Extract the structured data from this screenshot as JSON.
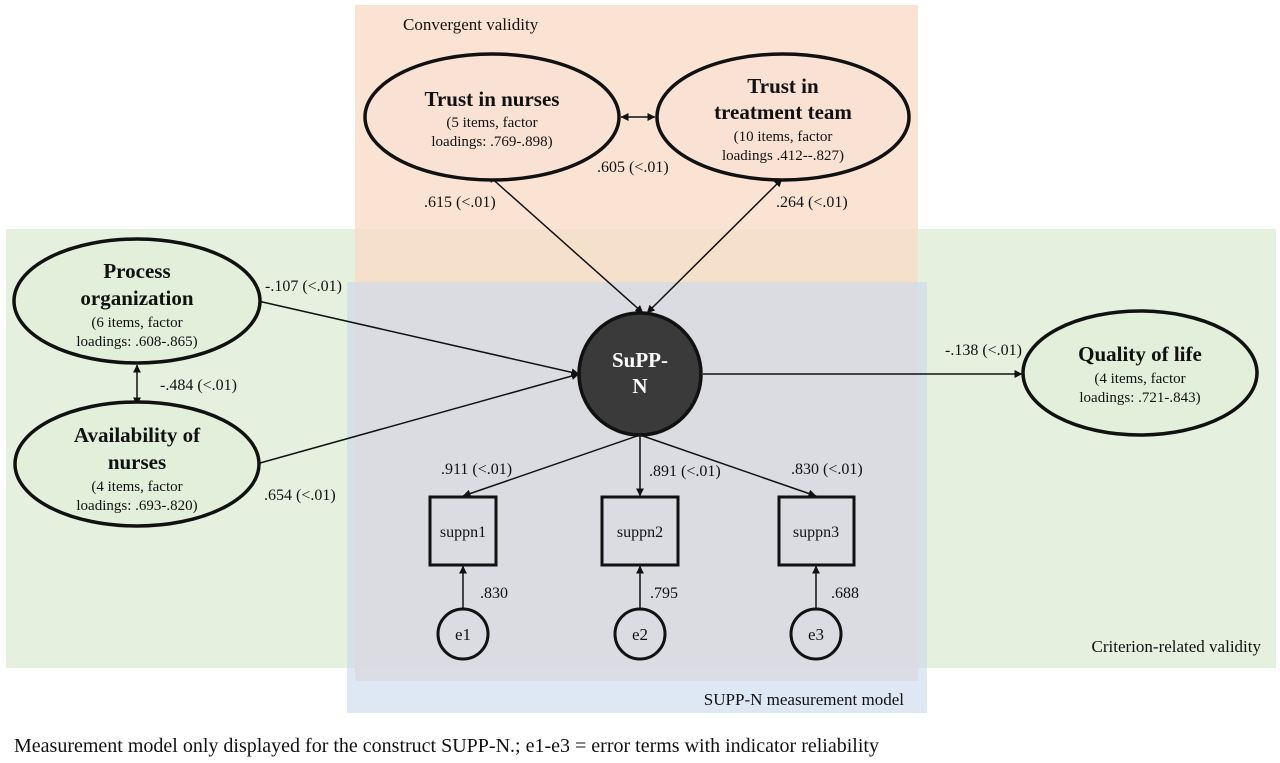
{
  "regions": {
    "convergent": "Convergent validity",
    "criterion": "Criterion-related validity",
    "measurement": "SUPP-N measurement model"
  },
  "nodes": {
    "trust_nurses": {
      "title": "Trust in nurses",
      "line1": "(5 items, factor",
      "line2": "loadings: .769-.898)"
    },
    "trust_team": {
      "title1": "Trust in",
      "title2": "treatment team",
      "line1": "(10 items, factor",
      "line2": "loadings .412--.827)"
    },
    "process": {
      "title1": "Process",
      "title2": "organization",
      "line1": "(6 items, factor",
      "line2": "loadings: .608-.865)"
    },
    "availability": {
      "title1": "Availability of",
      "title2": "nurses",
      "line1": "(4 items, factor",
      "line2": "loadings: .693-.820)"
    },
    "quality": {
      "title": "Quality of life",
      "line1": "(4 items, factor",
      "line2": "loadings: .721-.843)"
    },
    "suppn": {
      "line1": "SuPP-",
      "line2": "N"
    },
    "indicators": [
      "suppn1",
      "suppn2",
      "suppn3"
    ],
    "errors": [
      "e1",
      "e2",
      "e3"
    ]
  },
  "paths": {
    "nurses_team": ".605 (<.01)",
    "nurses_suppn": ".615 (<.01)",
    "team_suppn": ".264 (<.01)",
    "process_suppn": "-.107 (<.01)",
    "process_availability": "-.484 (<.01)",
    "availability_suppn": ".654 (<.01)",
    "suppn_quality": "-.138 (<.01)",
    "loadings": [
      ".911 (<.01)",
      ".891 (<.01)",
      ".830 (<.01)"
    ],
    "reliabilities": [
      ".830",
      ".795",
      ".688"
    ]
  },
  "colors": {
    "convergent_fill": "#f9e1d4",
    "criterion_fill": "#e2efda",
    "measurement_fill": "#dae3f3",
    "suppn_fill": "#3a3a3a"
  },
  "footnote": "Measurement model only displayed for the construct SUPP-N.; e1-e3 = error terms with indicator reliability"
}
